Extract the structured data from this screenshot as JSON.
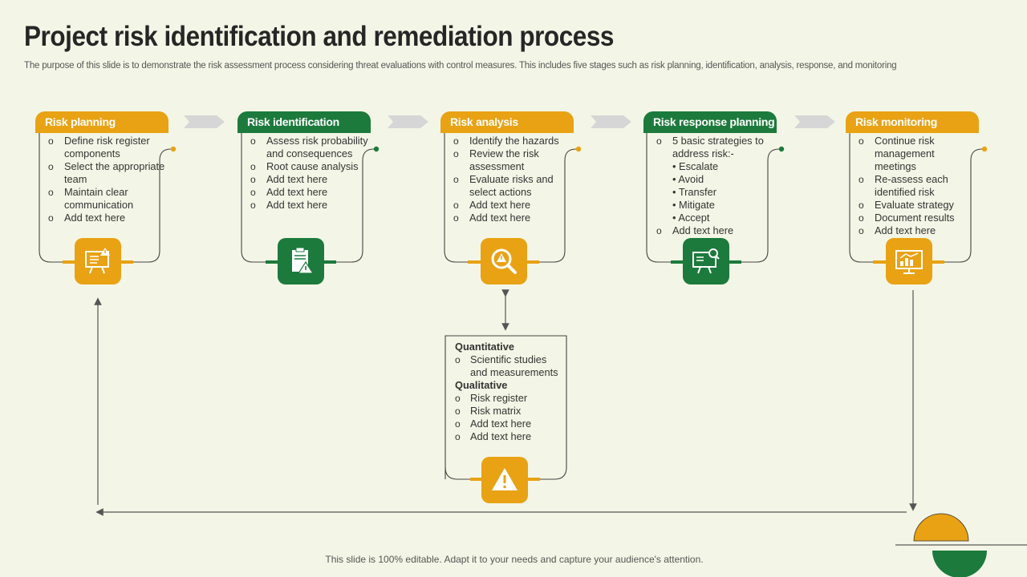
{
  "title": "Project risk identification and remediation process",
  "subtitle": "The purpose of this slide is to demonstrate the risk assessment process considering threat evaluations with control measures. This includes five stages such as risk planning, identification, analysis, response, and monitoring",
  "colors": {
    "orange": "#e8a214",
    "green": "#1c7a3c",
    "background": "#f3f6e6",
    "chevron": "#d6d6d6"
  },
  "stages": [
    {
      "title": "Risk planning",
      "color": "orange",
      "icon": "presentation-warning-icon",
      "items": [
        "Define risk register components",
        "Select the appropriate team",
        "Maintain clear communication",
        "Add text here"
      ]
    },
    {
      "title": "Risk identification",
      "color": "green",
      "icon": "clipboard-warning-icon",
      "items": [
        "Assess risk probability and consequences",
        "Root cause analysis",
        "Add text here",
        "Add text here",
        "Add text here"
      ]
    },
    {
      "title": "Risk analysis",
      "color": "orange",
      "icon": "magnifier-warning-icon",
      "items": [
        "Identify the hazards",
        "Review the risk assessment",
        "Evaluate risks and select actions",
        "Add text here",
        "Add text here"
      ]
    },
    {
      "title": "Risk response planning",
      "color": "green",
      "icon": "presentation-search-icon",
      "intro": "5 basic strategies to address risk:-",
      "strategies": [
        "Escalate",
        "Avoid",
        "Transfer",
        "Mitigate",
        "Accept"
      ],
      "last": "Add text here"
    },
    {
      "title": "Risk monitoring",
      "color": "orange",
      "icon": "chart-monitor-icon",
      "items": [
        "Continue risk management meetings",
        "Re-assess each identified risk",
        "Evaluate strategy",
        "Document results",
        "Add text here"
      ]
    }
  ],
  "analysis_detail": {
    "quantitative_label": "Quantitative",
    "quantitative_items": [
      "Scientific studies and measurements"
    ],
    "qualitative_label": "Qualitative",
    "qualitative_items": [
      "Risk register",
      "Risk matrix",
      "Add text here",
      "Add text here"
    ],
    "icon": "warning-triangle-icon"
  },
  "footer": "This slide is 100% editable. Adapt it to your needs and capture your audience's attention."
}
